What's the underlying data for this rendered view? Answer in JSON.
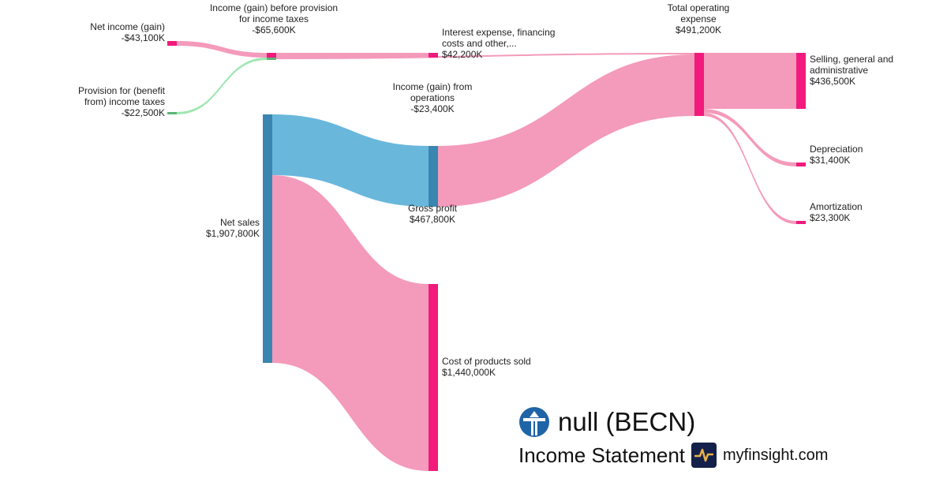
{
  "chart_data": {
    "type": "sankey",
    "title": "null (BECN)",
    "subtitle": "Income Statement",
    "units": "K USD",
    "nodes": [
      {
        "id": "net_income",
        "label": "Net income (gain)",
        "value_label": "-$43,100K",
        "value": -43100
      },
      {
        "id": "provision",
        "label": "Provision for (benefit from) income taxes",
        "value_label": "-$22,500K",
        "value": -22500
      },
      {
        "id": "pretax",
        "label": "Income (gain) before provision for income taxes",
        "value_label": "-$65,600K",
        "value": -65600
      },
      {
        "id": "interest",
        "label": "Interest expense, financing costs and other,...",
        "value_label": "$42,200K",
        "value": 42200
      },
      {
        "id": "ops",
        "label": "Income (gain) from operations",
        "value_label": "-$23,400K",
        "value": -23400
      },
      {
        "id": "net_sales",
        "label": "Net sales",
        "value_label": "$1,907,800K",
        "value": 1907800
      },
      {
        "id": "gross_profit",
        "label": "Gross profit",
        "value_label": "$467,800K",
        "value": 467800
      },
      {
        "id": "cogs",
        "label": "Cost of products sold",
        "value_label": "$1,440,000K",
        "value": 1440000
      },
      {
        "id": "opex",
        "label": "Total operating expense",
        "value_label": "$491,200K",
        "value": 491200
      },
      {
        "id": "sga",
        "label": "Selling, general and administrative",
        "value_label": "$436,500K",
        "value": 436500
      },
      {
        "id": "depreciation",
        "label": "Depreciation",
        "value_label": "$31,400K",
        "value": 31400
      },
      {
        "id": "amortization",
        "label": "Amortization",
        "value_label": "$23,300K",
        "value": 23300
      }
    ],
    "links": [
      {
        "source": "net_sales",
        "target": "gross_profit",
        "value": 467800
      },
      {
        "source": "net_sales",
        "target": "cogs",
        "value": 1440000
      },
      {
        "source": "gross_profit",
        "target": "opex",
        "value": 467800
      },
      {
        "source": "ops",
        "target": "opex",
        "value": 23400
      },
      {
        "source": "net_income",
        "target": "pretax",
        "value": 43100
      },
      {
        "source": "provision",
        "target": "pretax",
        "value": 22500
      },
      {
        "source": "pretax",
        "target": "interest",
        "value": 42200
      },
      {
        "source": "pretax",
        "target": "ops",
        "value": 23400
      },
      {
        "source": "opex",
        "target": "sga",
        "value": 436500
      },
      {
        "source": "opex",
        "target": "depreciation",
        "value": 31400
      },
      {
        "source": "opex",
        "target": "amortization",
        "value": 23300
      }
    ],
    "colors": {
      "pink_node": "#f21a7c",
      "pink_link": "#f49aba",
      "blue_node": "#3a86b0",
      "blue_link": "#6ab7dc",
      "green_node": "#5bb578",
      "green_link": "#9ee6b0"
    }
  },
  "brand": {
    "company": "null (BECN)",
    "statement": "Income Statement",
    "site": "myfinsight.com"
  }
}
